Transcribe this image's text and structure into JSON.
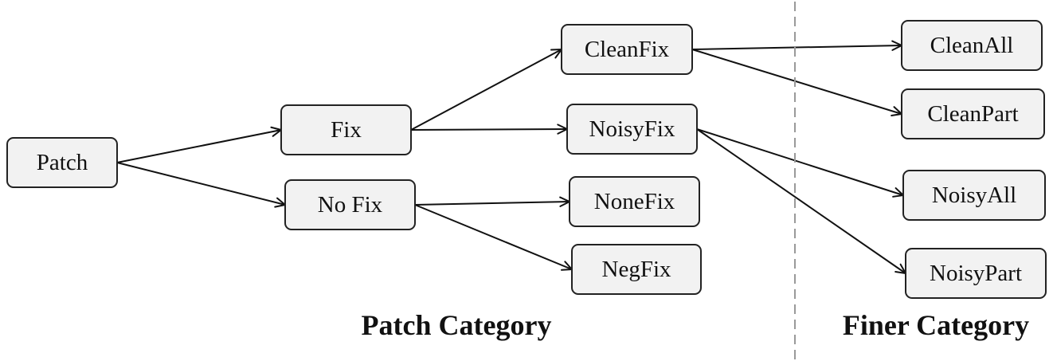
{
  "nodes": {
    "patch": "Patch",
    "fix": "Fix",
    "nofix": "No Fix",
    "cleanfix": "CleanFix",
    "noisyfix": "NoisyFix",
    "nonefix": "NoneFix",
    "negfix": "NegFix",
    "cleanall": "CleanAll",
    "cleanpart": "CleanPart",
    "noisyall": "NoisyAll",
    "noisypart": "NoisyPart"
  },
  "edges": [
    [
      "patch",
      "fix"
    ],
    [
      "patch",
      "nofix"
    ],
    [
      "fix",
      "cleanfix"
    ],
    [
      "fix",
      "noisyfix"
    ],
    [
      "nofix",
      "nonefix"
    ],
    [
      "nofix",
      "negfix"
    ],
    [
      "cleanfix",
      "cleanall"
    ],
    [
      "cleanfix",
      "cleanpart"
    ],
    [
      "noisyfix",
      "noisyall"
    ],
    [
      "noisyfix",
      "noisypart"
    ]
  ],
  "sections": {
    "patch_category": "Patch Category",
    "finer_category": "Finer Category"
  },
  "colors": {
    "node_fill": "#f2f2f2",
    "node_stroke": "#222222",
    "divider": "#999999"
  }
}
